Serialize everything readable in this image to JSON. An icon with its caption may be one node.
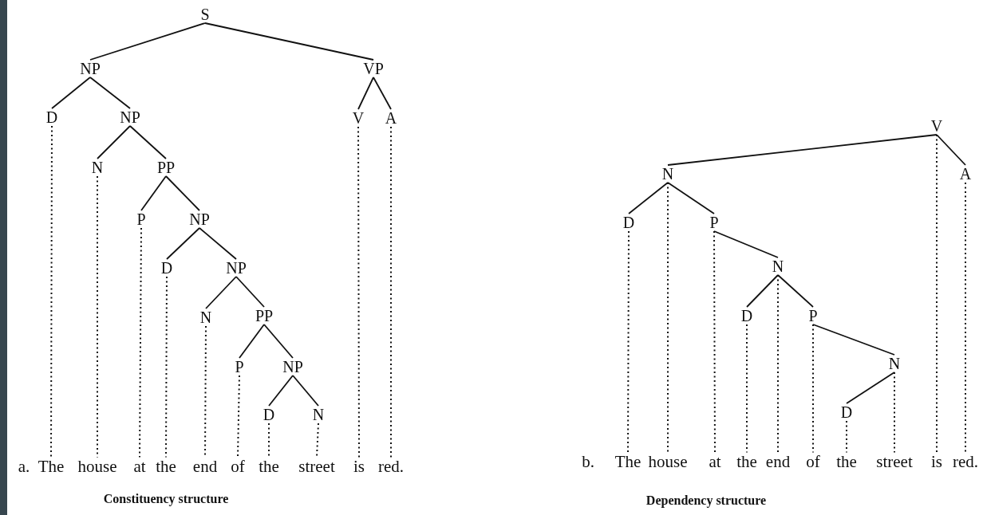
{
  "diagram": {
    "nodes": [
      {
        "text": [
          "S"
        ]
      },
      {
        "text": [
          "NP"
        ]
      },
      {
        "text": [
          "VP"
        ]
      },
      {
        "text": [
          "D"
        ]
      },
      {
        "text": [
          "NP"
        ]
      },
      {
        "text": [
          "V"
        ]
      },
      {
        "text": [
          "A"
        ]
      },
      {
        "text": [
          "N"
        ]
      },
      {
        "text": [
          "PP"
        ]
      },
      {
        "text": [
          "P"
        ]
      },
      {
        "text": [
          "NP"
        ]
      },
      {
        "text": [
          "D"
        ]
      },
      {
        "text": [
          "NP"
        ]
      },
      {
        "text": [
          "N"
        ]
      },
      {
        "text": [
          "PP"
        ]
      },
      {
        "text": [
          "P"
        ]
      },
      {
        "text": [
          "NP"
        ]
      },
      {
        "text": [
          "D"
        ]
      },
      {
        "text": [
          "N"
        ]
      },
      {
        "text": [
          "The"
        ]
      },
      {
        "text": [
          "house"
        ]
      },
      {
        "text": [
          "at"
        ]
      },
      {
        "text": [
          "the"
        ]
      },
      {
        "text": [
          "end"
        ]
      },
      {
        "text": [
          "of"
        ]
      },
      {
        "text": [
          "the"
        ]
      },
      {
        "text": [
          "street"
        ]
      },
      {
        "text": [
          "is"
        ]
      },
      {
        "text": [
          "red."
        ]
      },
      {
        "text": [
          "V"
        ]
      },
      {
        "text": [
          "N"
        ]
      },
      {
        "text": [
          "A"
        ]
      },
      {
        "text": [
          "D"
        ]
      },
      {
        "text": [
          "P"
        ]
      },
      {
        "text": [
          "N"
        ]
      },
      {
        "text": [
          "D"
        ]
      },
      {
        "text": [
          "P"
        ]
      },
      {
        "text": [
          "N"
        ]
      },
      {
        "text": [
          "D"
        ]
      },
      {
        "text": [
          "The"
        ]
      },
      {
        "text": [
          "house"
        ]
      },
      {
        "text": [
          "at"
        ]
      },
      {
        "text": [
          "the"
        ]
      },
      {
        "text": [
          "end"
        ]
      },
      {
        "text": [
          "of"
        ]
      },
      {
        "text": [
          "the"
        ]
      },
      {
        "text": [
          "street"
        ]
      },
      {
        "text": [
          "is"
        ]
      },
      {
        "text": [
          "red."
        ]
      }
    ],
    "edges": [
      {
        "from": 0,
        "to": 1,
        "arrow": "none"
      },
      {
        "from": 0,
        "to": 2,
        "arrow": "none"
      },
      {
        "from": 1,
        "to": 3,
        "arrow": "none"
      },
      {
        "from": 1,
        "to": 4,
        "arrow": "none"
      },
      {
        "from": 2,
        "to": 5,
        "arrow": "none"
      },
      {
        "from": 2,
        "to": 6,
        "arrow": "none"
      },
      {
        "from": 4,
        "to": 7,
        "arrow": "none"
      },
      {
        "from": 4,
        "to": 8,
        "arrow": "none"
      },
      {
        "from": 8,
        "to": 9,
        "arrow": "none"
      },
      {
        "from": 8,
        "to": 10,
        "arrow": "none"
      },
      {
        "from": 10,
        "to": 11,
        "arrow": "none"
      },
      {
        "from": 10,
        "to": 12,
        "arrow": "none"
      },
      {
        "from": 12,
        "to": 13,
        "arrow": "none"
      },
      {
        "from": 12,
        "to": 14,
        "arrow": "none"
      },
      {
        "from": 14,
        "to": 15,
        "arrow": "none"
      },
      {
        "from": 14,
        "to": 16,
        "arrow": "none"
      },
      {
        "from": 16,
        "to": 17,
        "arrow": "none"
      },
      {
        "from": 16,
        "to": 18,
        "arrow": "none"
      },
      {
        "from": 3,
        "to": 19,
        "arrow": "none",
        "style": "dashed"
      },
      {
        "from": 7,
        "to": 20,
        "arrow": "none",
        "style": "dashed"
      },
      {
        "from": 9,
        "to": 21,
        "arrow": "none",
        "style": "dashed"
      },
      {
        "from": 11,
        "to": 22,
        "arrow": "none",
        "style": "dashed"
      },
      {
        "from": 13,
        "to": 23,
        "arrow": "none",
        "style": "dashed"
      },
      {
        "from": 15,
        "to": 24,
        "arrow": "none",
        "style": "dashed"
      },
      {
        "from": 17,
        "to": 25,
        "arrow": "none",
        "style": "dashed"
      },
      {
        "from": 18,
        "to": 26,
        "arrow": "none",
        "style": "dashed"
      },
      {
        "from": 5,
        "to": 27,
        "arrow": "none",
        "style": "dashed"
      },
      {
        "from": 6,
        "to": 28,
        "arrow": "none",
        "style": "dashed"
      },
      {
        "from": 29,
        "to": 30,
        "arrow": "none"
      },
      {
        "from": 29,
        "to": 31,
        "arrow": "none"
      },
      {
        "from": 30,
        "to": 32,
        "arrow": "none"
      },
      {
        "from": 30,
        "to": 33,
        "arrow": "none"
      },
      {
        "from": 33,
        "to": 34,
        "arrow": "none"
      },
      {
        "from": 34,
        "to": 35,
        "arrow": "none"
      },
      {
        "from": 34,
        "to": 36,
        "arrow": "none"
      },
      {
        "from": 36,
        "to": 37,
        "arrow": "none"
      },
      {
        "from": 37,
        "to": 38,
        "arrow": "none"
      },
      {
        "from": 32,
        "to": 39,
        "arrow": "none",
        "style": "dashed"
      },
      {
        "from": 30,
        "to": 40,
        "arrow": "none",
        "style": "dashed"
      },
      {
        "from": 33,
        "to": 41,
        "arrow": "none",
        "style": "dashed"
      },
      {
        "from": 35,
        "to": 42,
        "arrow": "none",
        "style": "dashed"
      },
      {
        "from": 34,
        "to": 43,
        "arrow": "none",
        "style": "dashed"
      },
      {
        "from": 36,
        "to": 44,
        "arrow": "none",
        "style": "dashed"
      },
      {
        "from": 38,
        "to": 45,
        "arrow": "none",
        "style": "dashed"
      },
      {
        "from": 37,
        "to": 46,
        "arrow": "none",
        "style": "dashed"
      },
      {
        "from": 29,
        "to": 47,
        "arrow": "none",
        "style": "dashed"
      },
      {
        "from": 31,
        "to": 48,
        "arrow": "none",
        "style": "dashed"
      }
    ],
    "labels": [
      "a.",
      "Constituency structure",
      "b.",
      "Dependency structure"
    ]
  }
}
